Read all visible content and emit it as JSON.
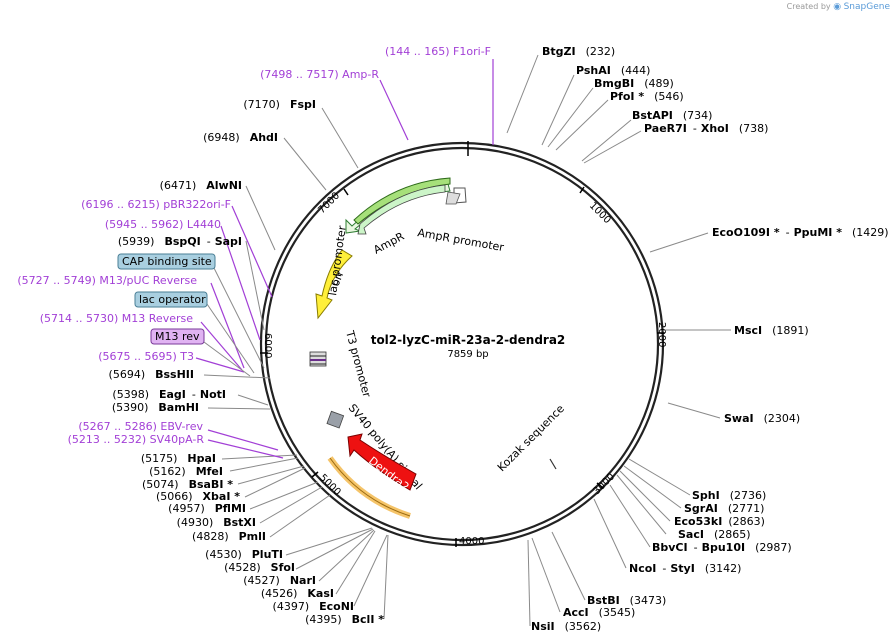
{
  "credit": {
    "created_by": "Created by",
    "brand": "SnapGene"
  },
  "plasmid": {
    "name": "tol2-lyzC-miR-23a-2-dendra2",
    "length": "7859 bp"
  },
  "ticks": [
    "1000",
    "2000",
    "3000",
    "4000",
    "5000",
    "6000",
    "7000"
  ],
  "features": {
    "ampr": "AmpR",
    "ampr_promoter": "AmpR promoter",
    "ori": "ori",
    "lac_promoter": "lac promoter",
    "t3_promoter": "T3 promoter",
    "sv40": "SV40 poly(A) signal",
    "dendra2": "Dendra2",
    "kozak": "Kozak sequence"
  },
  "enzymes": [
    {
      "id": "btgzi",
      "name": "BtgZI",
      "pos": "(232)"
    },
    {
      "id": "pshai",
      "name": "PshAI",
      "pos": "(444)"
    },
    {
      "id": "bmgbi",
      "name": "BmgBI",
      "pos": "(489)"
    },
    {
      "id": "pfoi",
      "name": "PfoI *",
      "pos": "(546)"
    },
    {
      "id": "bstapi",
      "name": "BstAPI",
      "pos": "(734)"
    },
    {
      "id": "paer7i",
      "name": "PaeR7I",
      "name2": "XhoI",
      "pos": "(738)"
    },
    {
      "id": "eco0109i",
      "name": "EcoO109I *",
      "name2": "PpuMI *",
      "pos": "(1429)"
    },
    {
      "id": "msci",
      "name": "MscI",
      "pos": "(1891)"
    },
    {
      "id": "swai",
      "name": "SwaI",
      "pos": "(2304)"
    },
    {
      "id": "sphi",
      "name": "SphI",
      "pos": "(2736)"
    },
    {
      "id": "sgrai",
      "name": "SgrAI",
      "pos": "(2771)"
    },
    {
      "id": "eco53ki",
      "name": "Eco53kI",
      "pos": "(2863)"
    },
    {
      "id": "saci",
      "name": "SacI",
      "pos": "(2865)"
    },
    {
      "id": "bbvci",
      "name": "BbvCI",
      "name2": "Bpu10I",
      "pos": "(2987)"
    },
    {
      "id": "ncoi",
      "name": "NcoI",
      "name2": "StyI",
      "pos": "(3142)"
    },
    {
      "id": "bstbi",
      "name": "BstBI",
      "pos": "(3473)"
    },
    {
      "id": "acci",
      "name": "AccI",
      "pos": "(3545)"
    },
    {
      "id": "nsii",
      "name": "NsiI",
      "pos": "(3562)"
    },
    {
      "id": "fspi",
      "name": "FspI",
      "pos": "(7170)"
    },
    {
      "id": "ahdi",
      "name": "AhdI",
      "pos": "(6948)"
    },
    {
      "id": "alwni",
      "name": "AlwNI",
      "pos": "(6471)"
    },
    {
      "id": "bspqi",
      "name": "BspQI",
      "name2": "SapI",
      "pos": "(5939)"
    },
    {
      "id": "bsshii",
      "name": "BssHII",
      "pos": "(5694)"
    },
    {
      "id": "eagi",
      "name": "EagI",
      "name2": "NotI",
      "pos": "(5398)"
    },
    {
      "id": "bamhi",
      "name": "BamHI",
      "pos": "(5390)"
    },
    {
      "id": "hpai",
      "name": "HpaI",
      "pos": "(5175)"
    },
    {
      "id": "mfei",
      "name": "MfeI",
      "pos": "(5162)"
    },
    {
      "id": "bsabi",
      "name": "BsaBI *",
      "pos": "(5074)"
    },
    {
      "id": "xbai",
      "name": "XbaI *",
      "pos": "(5066)"
    },
    {
      "id": "pflmi",
      "name": "PflMI",
      "pos": "(4957)"
    },
    {
      "id": "bstxi",
      "name": "BstXI",
      "pos": "(4930)"
    },
    {
      "id": "pmli",
      "name": "PmlI",
      "pos": "(4828)"
    },
    {
      "id": "pluti",
      "name": "PluTI",
      "pos": "(4530)"
    },
    {
      "id": "sfoi",
      "name": "SfoI",
      "pos": "(4528)"
    },
    {
      "id": "nari",
      "name": "NarI",
      "pos": "(4527)"
    },
    {
      "id": "kasi",
      "name": "KasI",
      "pos": "(4526)"
    },
    {
      "id": "econi",
      "name": "EcoNI",
      "pos": "(4397)"
    },
    {
      "id": "bcli",
      "name": "BclI *",
      "pos": "(4395)"
    }
  ],
  "primers": [
    {
      "id": "f1ori",
      "text": "(144 .. 165)  F1ori-F"
    },
    {
      "id": "ampr_r",
      "text": "(7498 .. 7517)  Amp-R"
    },
    {
      "id": "pbr322",
      "text": "(6196 .. 6215)  pBR322ori-F"
    },
    {
      "id": "l4440",
      "text": "(5945 .. 5962)  L4440"
    },
    {
      "id": "m13puc",
      "text": "(5727 .. 5749)  M13/pUC Reverse"
    },
    {
      "id": "m13rev",
      "text": "(5714 .. 5730)  M13 Reverse"
    },
    {
      "id": "t3",
      "text": "(5675 .. 5695)  T3"
    },
    {
      "id": "ebv",
      "text": "(5267 .. 5286)  EBV-rev"
    },
    {
      "id": "sv40pa",
      "text": "(5213 .. 5232)  SV40pA-R"
    }
  ],
  "boxes": {
    "cap": "CAP binding site",
    "lac_operator": "lac operator",
    "m13_rev": "M13 rev"
  },
  "colors": {
    "ampr": "#ccf5c8",
    "ori": "#ffef3a",
    "dendra2": "#ee1111",
    "primer": "#a23fd6",
    "box_blue": "#a9cfe0",
    "box_purple": "#e0b3f2"
  }
}
